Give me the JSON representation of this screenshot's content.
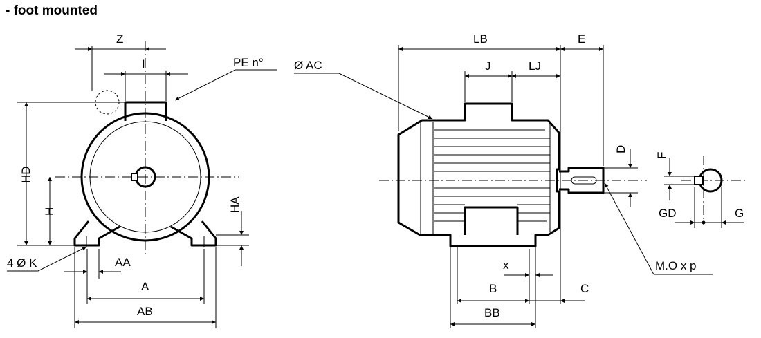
{
  "title": "- foot mounted",
  "labels": {
    "Z": "Z",
    "I": "I",
    "PE": "PE n°",
    "HD": "HD",
    "H": "H",
    "HA": "HA",
    "K": "4 Ø K",
    "AA": "AA",
    "A": "A",
    "AB": "AB",
    "AC": "Ø AC",
    "LB": "LB",
    "E": "E",
    "J": "J",
    "LJ": "LJ",
    "D": "D",
    "F": "F",
    "GD": "GD",
    "G": "G",
    "MO": "M.O x p",
    "x": "x",
    "B": "B",
    "C": "C",
    "BB": "BB"
  }
}
